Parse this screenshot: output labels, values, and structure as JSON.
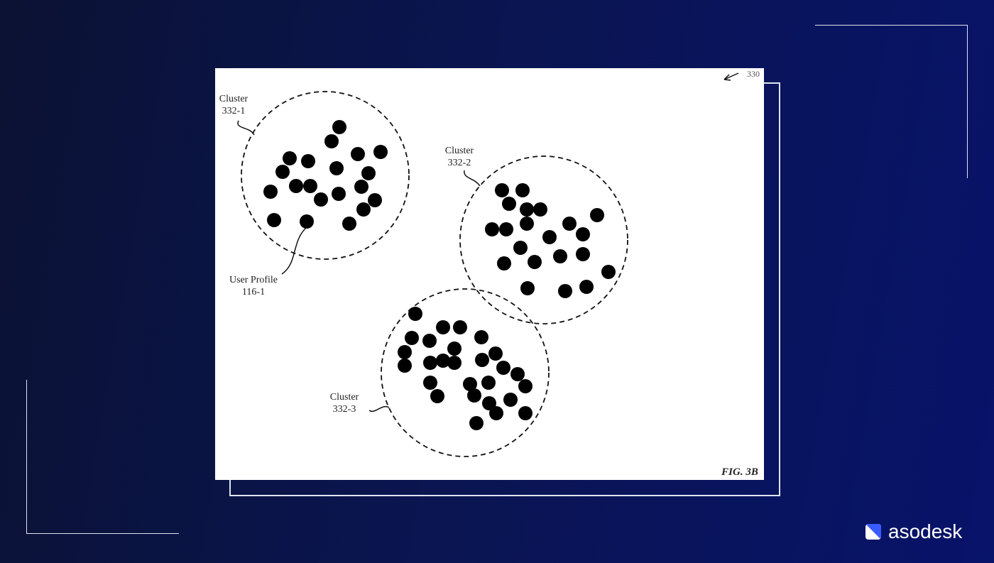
{
  "figure": {
    "reference": "330",
    "caption": "FIG. 3B",
    "clusters": [
      {
        "label_line1": "Cluster",
        "label_line2": "332-1"
      },
      {
        "label_line1": "Cluster",
        "label_line2": "332-2"
      },
      {
        "label_line1": "Cluster",
        "label_line2": "332-3"
      }
    ],
    "user_profile": {
      "label_line1": "User Profile",
      "label_line2": "116-1"
    }
  },
  "brand": {
    "name": "asodesk"
  }
}
